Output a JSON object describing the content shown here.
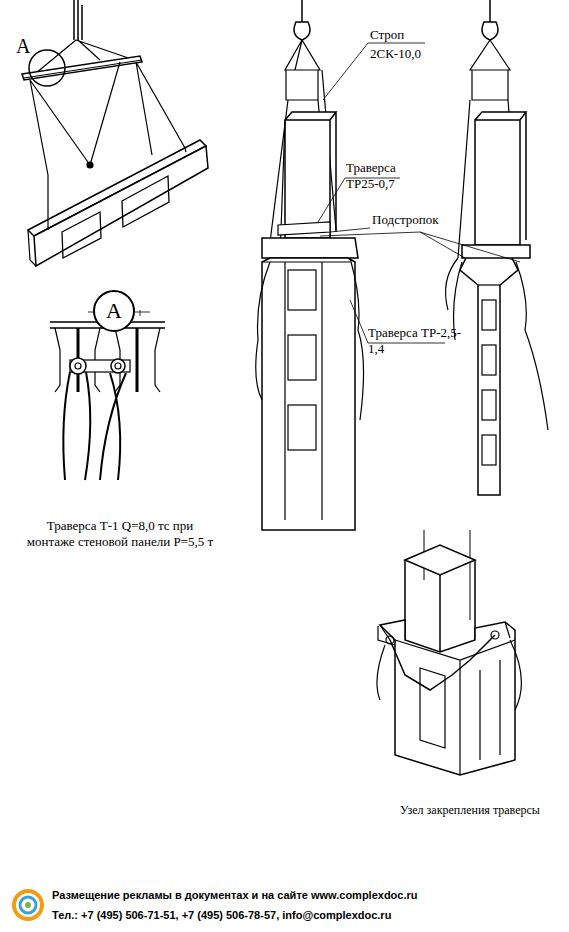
{
  "diagram": {
    "nodes": [
      {
        "text": [
          "А"
        ]
      }
    ],
    "labels": [
      "А",
      "Траверса Т-1 Q=8,0 тс при монтаже стеновой панели Р=5,5 т",
      "Строп",
      "2СК-10,0",
      "Траверса ТР25-0,7",
      "Подстропок",
      "Траверса ТР-2,5-1,4",
      "Узел закрепления траверсы",
      "Размещение рекламы в документах и на сайте www.complexdoc.ru",
      "Тел.: +7 (495) 506-71-51, +7 (495) 506-78-57, info@complexdoc.ru"
    ]
  }
}
